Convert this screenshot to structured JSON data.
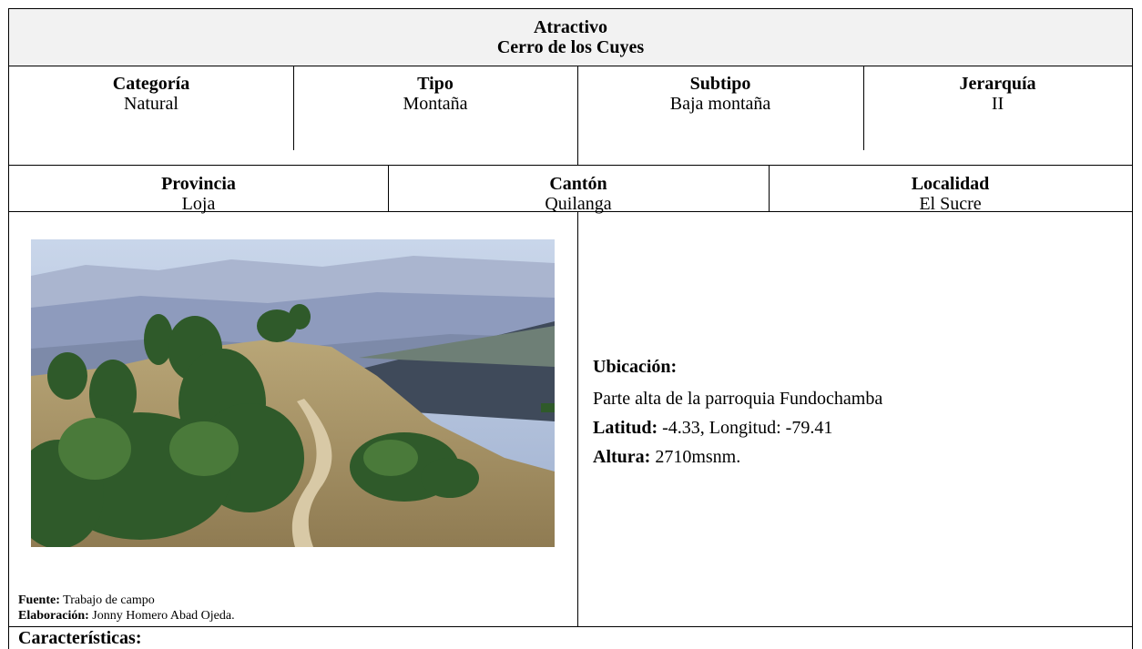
{
  "header": {
    "title_label": "Atractivo",
    "title_value": "Cerro de los Cuyes"
  },
  "row1": {
    "categoria": {
      "label": "Categoría",
      "value": "Natural"
    },
    "tipo": {
      "label": "Tipo",
      "value": "Montaña"
    },
    "subtipo": {
      "label": "Subtipo",
      "value": "Baja montaña"
    },
    "jerarquia": {
      "label": "Jerarquía",
      "value": "II"
    }
  },
  "row2": {
    "provincia": {
      "label": "Provincia",
      "value": "Loja"
    },
    "canton": {
      "label": "Cantón",
      "value": "Quilanga"
    },
    "localidad": {
      "label": "Localidad",
      "value": "El Sucre"
    }
  },
  "photo": {
    "fuente_label": "Fuente:",
    "fuente_value": " Trabajo de campo",
    "elaboracion_label": "Elaboración:",
    "elaboracion_value": " Jonny Homero Abad Ojeda."
  },
  "location": {
    "ubicacion_label": "Ubicación:",
    "ubicacion_value": "Parte alta de la parroquia Fundochamba",
    "latitud_label": "Latitud:",
    "latitud_value": " -4.33, Longitud: -79.41",
    "altura_label": "Altura:",
    "altura_value": " 2710msnm."
  },
  "caracteristicas_label": "Características:"
}
